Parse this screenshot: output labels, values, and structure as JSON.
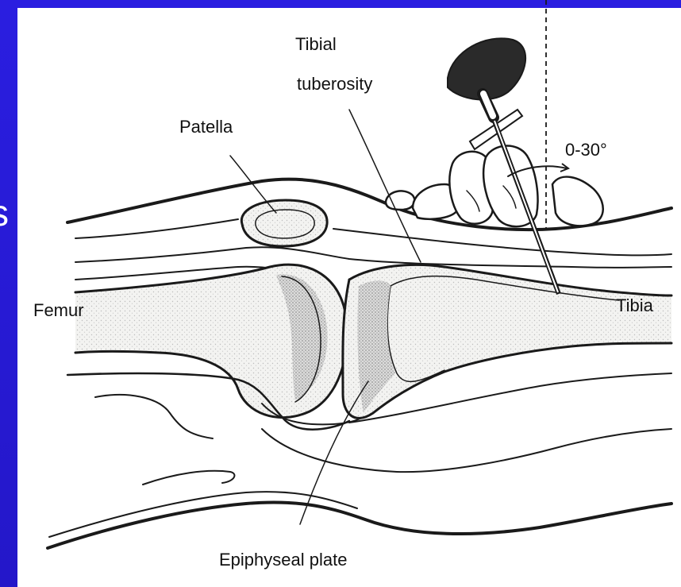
{
  "diagram": {
    "labels": {
      "tibial_line1": "Tibial",
      "tibial_line2": "tuberosity",
      "patella": "Patella",
      "angle": "0-30°",
      "femur": "Femur",
      "tibia": "Tibia",
      "epiphyseal_plate": "Epiphyseal plate"
    },
    "colors": {
      "slide_background": "#2b1fd6",
      "panel": "#ffffff",
      "ink": "#1a1a1a",
      "bone_fill": "#f0f0ee",
      "stipple": "#9a9a9a",
      "mallet_head": "#2a2a2a"
    }
  }
}
